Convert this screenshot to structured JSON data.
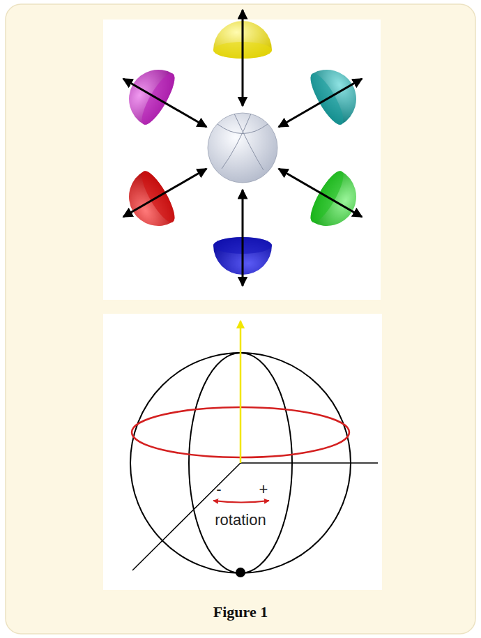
{
  "diagram": {
    "caption": "Figure 1",
    "labels": [
      "-",
      "+",
      "rotation"
    ]
  }
}
